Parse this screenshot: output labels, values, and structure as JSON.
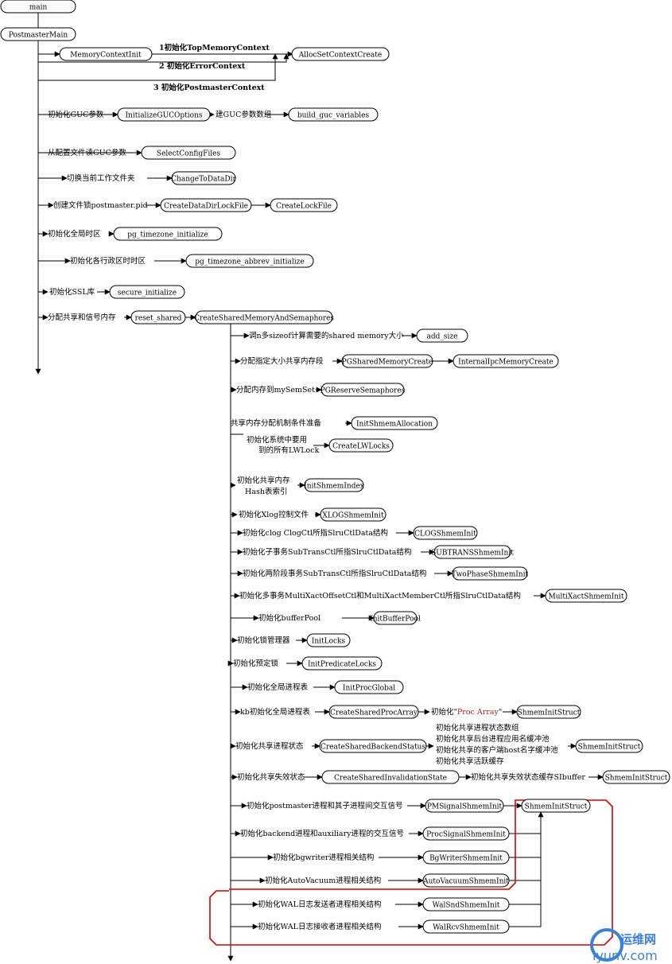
{
  "colors": {
    "highlight": "#d40000",
    "line": "#000000",
    "inline_code": "#b22222",
    "watermark": "#3b7fd6"
  },
  "nodes": {
    "main": "main",
    "postmaster_main": "PostmasterMain",
    "memory_context_init": "MemoryContextInit",
    "alloc_set_context_create": "AllocSetContextCreate",
    "initialize_guc_options": "InitializeGUCOptions",
    "build_guc_variables": "build_guc_variables",
    "select_config_files": "SelectConfigFiles",
    "change_to_data_dir": "ChangeToDataDir",
    "create_data_dir_lock_file": "CreateDataDirLockFile",
    "create_lock_file": "CreateLockFile",
    "pg_timezone_initialize": "pg_timezone_initialize",
    "pg_timezone_abbrev_initialize": "pg_timezone_abbrev_initialize",
    "secure_initialize": "secure_initialize",
    "reset_shared": "reset_shared",
    "create_shared_memory_and_semaphores": "CreateSharedMemoryAndSemaphores",
    "add_size": "add_size",
    "pg_shared_memory_create": "PGSharedMemoryCreate",
    "internal_ipc_memory_create": "InternalIpcMemoryCreate",
    "pg_reserve_semaphores": "PGReserveSemaphores",
    "init_shmem_allocation": "InitShmemAllocation",
    "create_lw_locks": "CreateLWLocks",
    "init_shmem_index": "InitShmemIndex",
    "xlog_shmem_init": "XLOGShmemInit",
    "clog_shmem_init": "CLOGShmemInit",
    "subtrans_shmem_init": "SUBTRANSShmemInit",
    "two_phase_shmem_init": "TwoPhaseShmemInit",
    "multixact_shmem_init": "MultiXactShmemInit",
    "init_buffer_pool": "InitBufferPool",
    "init_locks": "InitLocks",
    "init_predicate_locks": "InitPredicateLocks",
    "init_proc_global": "InitProcGlobal",
    "create_shared_proc_array": "CreateSharedProcArray",
    "shmem_init_struct_1": "ShmemInitStruct",
    "create_shared_backend_status": "CreateSharedBackendStatus",
    "shmem_init_struct_2": "ShmemInitStruct",
    "create_shared_invalidation_state": "CreateSharedInvalidationState",
    "shmem_init_struct_3": "ShmemInitStruct",
    "pm_signal_shmem_init": "PMSignalShmemInit",
    "shmem_init_struct_4": "ShmemInitStruct",
    "proc_signal_shmem_init": "ProcSignalShmemInit",
    "bg_writer_shmem_init": "BgWriterShmemInit",
    "auto_vacuum_shmem_init": "AutoVacuumShmemInit",
    "wal_snd_shmem_init": "WalSndShmemInit",
    "wal_rcv_shmem_init": "WalRcvShmemInit"
  },
  "labels": {
    "top_memory_context": "1初始化TopMemoryContext",
    "error_context": "2 初始化ErrorContext",
    "postmaster_context": "3 初始化PostmasterContext",
    "guc_params": "初始化GUC参数",
    "guc_array": "建GUC参数数组",
    "read_guc_from_config": "从配置文件读GUC参数",
    "switch_work_dir": "切换当前工作文件夹",
    "create_lock_file": "创建文件锁postmaster.pid",
    "global_timezone": "初始化全局时区",
    "admin_timezone": "初始化各行政区时时区",
    "ssl_lib": "初始化SSL库",
    "alloc_shared_mem_signals": "分配共享和信号内存",
    "calc_shared_memory_size": "调n多sizeof计算需要的shared memory大小",
    "alloc_shared_memory_segment": "分配指定大小共享内存段",
    "alloc_to_mysemset": "分配内存到mySemSet",
    "shared_mem_alloc_prep": "共享内存分配机制条件准备",
    "init_lwlocks_line1": "初始化系统中要用",
    "init_lwlocks_line2": "到的所有LWLock",
    "init_shared_mem_line1": "初始化共享内存",
    "init_shared_mem_line2": "Hash表索引",
    "init_xlog_control": "初始化Xlog控制文件",
    "init_clog": "初始化clog ClogCtl所指SlruCtlData结构",
    "init_subtrans": "初始化子事务SubTransCtl所指SlruCtlData结构",
    "init_two_phase": "初始化两阶段事务SubTransCtl所指SlruCtlData结构",
    "init_multixact": "初始化多事务MultiXactOffsetCtl和MultiXactMemberCtl所指SlruCtlData结构",
    "init_buffer_pool": "初始化bufferPool",
    "init_lock_manager": "初始化锁管理器",
    "init_predicate_lock": "初始化预定锁",
    "init_global_proc_table": "初始化全局进程表",
    "kb_init_global_proc_table": "kb初始化全局进程表",
    "init_proc_array_prefix": "初始化\"",
    "init_proc_array_code": "Proc Array",
    "init_proc_array_suffix": "\"",
    "init_shared_proc_status": "初始化共享进程状态",
    "status_line1": "初始化共享进程状态数组",
    "status_line2": "初始化共享后台进程应用名缓冲池",
    "status_line3": "初始化共享的客户端host名字缓冲池",
    "status_line4": "初始化共享活跃缓存",
    "init_shared_invalidation": "初始化共享失效状态",
    "init_invalidation_buffer": "初始化共享失效状态缓存SIbuffer",
    "init_postmaster_signals": "初始化postmaster进程和其子进程间交互信号",
    "init_backend_signals": "初始化backend进程和auxiliary进程的交互信号",
    "init_bgwriter": "初始化bgwriter进程相关结构",
    "init_autovacuum": "初始化AutoVacuum进程相关结构",
    "init_wal_sender": "初始化WAL日志发送者进程相关结构",
    "init_wal_receiver": "初始化WAL日志接收者进程相关结构"
  },
  "watermark": {
    "brand": "运维网",
    "site": "iyunv.com"
  }
}
